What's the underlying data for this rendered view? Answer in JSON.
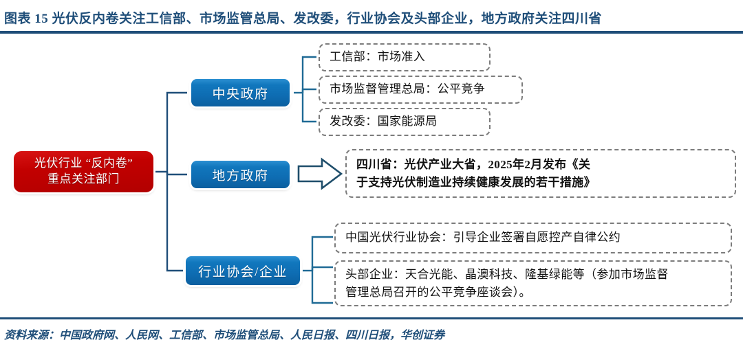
{
  "figure": {
    "title": "图表 15   光伏反内卷关注工信部、市场监管总局、发改委，行业协会及头部企业，地方政府关注四川省",
    "source": "资料来源：中国政府网、人民网、工信部、市场监管总局、人民日报、四川日报，华创证券",
    "accent_color": "#1f4e79",
    "root_color": "#c00000",
    "branch_color": "#0e6cb2",
    "leaf_border_color": "#7c7c7c"
  },
  "chart_data": {
    "type": "diagram",
    "layout": "horizontal-tree",
    "title": "光伏行业“反内卷”重点关注部门",
    "root": {
      "label_line1": "光伏行业 “反内卷”",
      "label_line2": "重点关注部门"
    },
    "branches": [
      {
        "id": "central-government",
        "label": "中央政府",
        "connector": "bracket",
        "leaves": [
          {
            "id": "miit",
            "text": "工信部：市场准入"
          },
          {
            "id": "samr",
            "text": "市场监督管理总局：公平竞争"
          },
          {
            "id": "ndrc",
            "text": "发改委：国家能源局"
          }
        ]
      },
      {
        "id": "local-government",
        "label": "地方政府",
        "connector": "block-arrow",
        "leaves": [
          {
            "id": "sichuan",
            "line1": "四川省：光伏产业大省，2025年2月发布《关",
            "line2": "于支持光伏制造业持续健康发展的若干措施》"
          }
        ]
      },
      {
        "id": "industry-association-and-enterprises",
        "label": "行业协会/企业",
        "connector": "bracket",
        "leaves": [
          {
            "id": "cpia",
            "text": "中国光伏行业协会：引导企业签署自愿控产自律公约"
          },
          {
            "id": "leading-firms",
            "line1": "头部企业：天合光能、晶澳科技、隆基绿能等（参加市场监督",
            "line2": "管理总局召开的公平竞争座谈会）。"
          }
        ]
      }
    ]
  }
}
